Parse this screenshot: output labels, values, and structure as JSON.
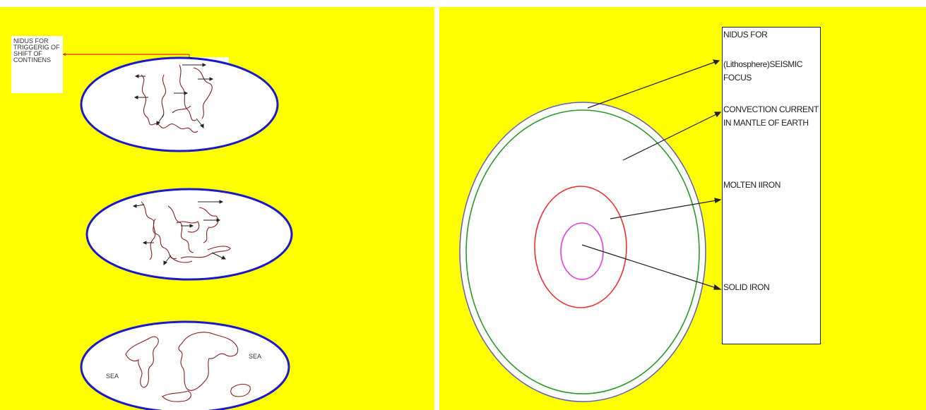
{
  "left_panel": {
    "caption": "NIDUS FOR TRIGGERIG OF SHIFT OF CONTINENS",
    "sea_labels": [
      "SEA",
      "SEA"
    ]
  },
  "right_panel": {
    "labels": {
      "nidus": "NIDUS FOR",
      "seismic": "(Lithosphere)SEISMIC FOCUS",
      "convection": "CONVECTION CURRENT IN MANTLE OF EARTH",
      "molten": "MOLTEN IIRON",
      "solid": "SOLID IRON"
    }
  },
  "colors": {
    "background": "#ffff00",
    "ellipse_border": "#1a1acc",
    "continent_outline": "#8b2020",
    "pointer_line": "#e03030",
    "crust_outline": "#6060c0",
    "mantle_ring": "#2a9a2a",
    "outer_core_ring": "#ee3030",
    "inner_core_ring": "#e040e0"
  }
}
